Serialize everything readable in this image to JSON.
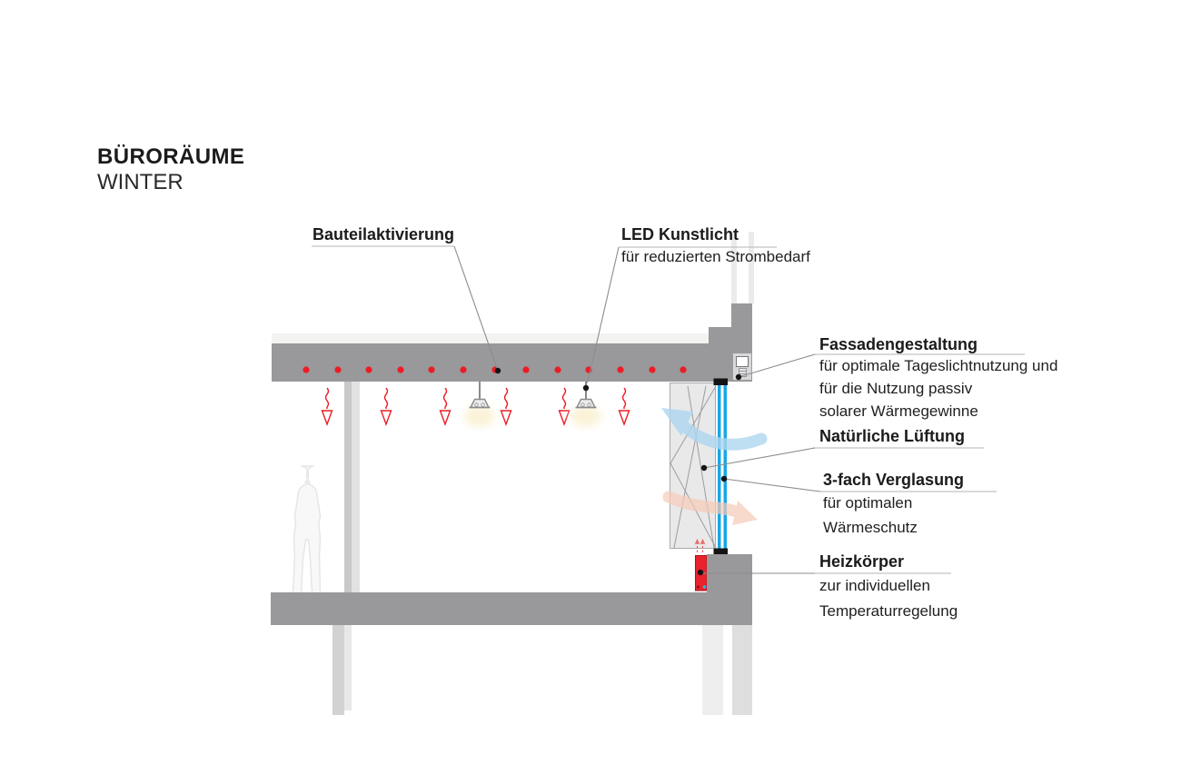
{
  "title": {
    "main": "BÜRORÄUME",
    "sub": "WINTER"
  },
  "annotations": {
    "bauteilaktivierung": {
      "title": "Bauteilaktivierung"
    },
    "led": {
      "title": "LED Kunstlicht",
      "desc": "für reduzierten Strombedarf"
    },
    "fassadengestaltung": {
      "title": "Fassadengestaltung",
      "desc1": "für optimale Tageslichtnutzung und",
      "desc2": "für die Nutzung passiv",
      "desc3": "solarer Wärmegewinne"
    },
    "natuerliche_lueftung": {
      "title": "Natürliche Lüftung"
    },
    "verglasung": {
      "title": "3-fach Verglasung",
      "desc1": "für optimalen",
      "desc2": "Wärmeschutz"
    },
    "heizkoerper": {
      "title": "Heizkörper",
      "desc1": "zur individuellen",
      "desc2": "Temperaturregelung"
    }
  },
  "colors": {
    "accent_red": "#ec1c24",
    "glazing_blue": "#18a7e6",
    "concrete_gray": "#99989a",
    "radiator_red": "#e8232d",
    "glow_yellow": "#faf3d8",
    "air_in_blue": "#aed7ef",
    "air_out_warm": "#f6cbb8"
  }
}
